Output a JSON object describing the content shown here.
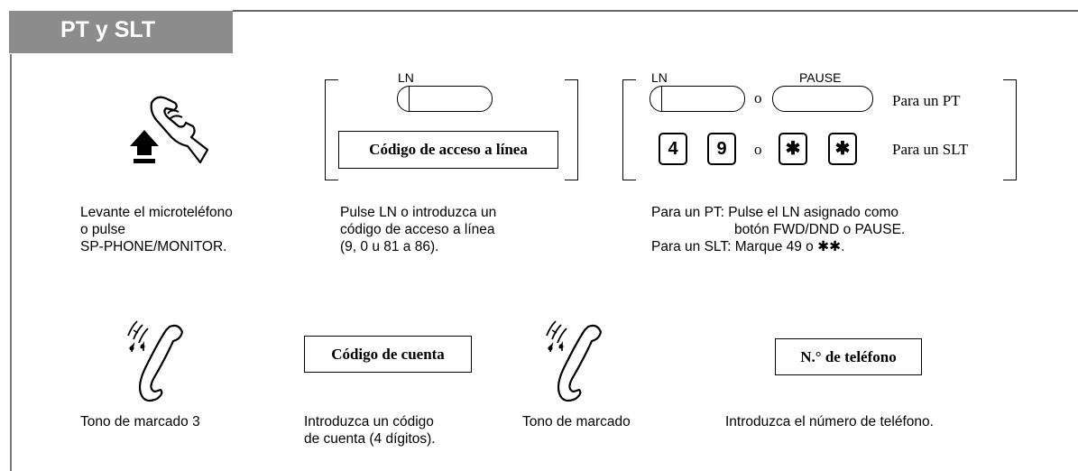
{
  "header": {
    "title": "PT y SLT"
  },
  "step1": {
    "caption": [
      "Levante el microteléfono",
      "o pulse",
      "SP-PHONE/MONITOR."
    ]
  },
  "step2": {
    "ln_label": "LN",
    "box_text": "Código de acceso a línea",
    "caption": [
      "Pulse LN o introduzca un",
      "código de acceso a línea",
      "(9, 0 u 81 a 86)."
    ]
  },
  "step3": {
    "ln_label": "LN",
    "pause_label": "PAUSE",
    "or_text": "o",
    "pt_label": "Para un PT",
    "slt_label": "Para un SLT",
    "keys": [
      "4",
      "9",
      "✱",
      "✱"
    ],
    "caption": [
      "Para un PT: Pulse el LN asignado como",
      "botón FWD/DND o PAUSE.",
      "Para un SLT: Marque 49 o ✱✱."
    ]
  },
  "step4": {
    "caption": [
      "Tono de marcado 3"
    ]
  },
  "step5": {
    "box_text": "Código de cuenta",
    "caption": [
      "Introduzca un código",
      "de cuenta (4 dígitos)."
    ]
  },
  "step6": {
    "caption": [
      "Tono de marcado"
    ]
  },
  "step7": {
    "box_text": "N.° de teléfono",
    "caption": [
      "Introduzca el número de teléfono."
    ]
  }
}
